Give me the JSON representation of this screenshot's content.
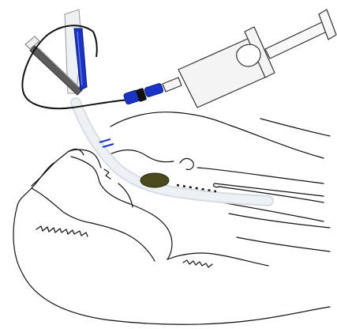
{
  "diagram": {
    "colors": {
      "background": "#ffffff",
      "outline": "#111111",
      "tube_fill": "#eef1f4",
      "tube_stroke": "#d6dde5",
      "blue": "#1a33c8",
      "dark_blue": "#0a1e7a",
      "cuff": "#4a4a1c",
      "metal": "#5c5c5c",
      "syringe_fill": "#f4f4f4",
      "marker": "#111111"
    },
    "parts": [
      "head-profile",
      "endotracheal-tube",
      "syringe",
      "pilot-balloon-line",
      "laryngoscope-handle",
      "stylet",
      "tube-cuff",
      "trachea"
    ]
  }
}
